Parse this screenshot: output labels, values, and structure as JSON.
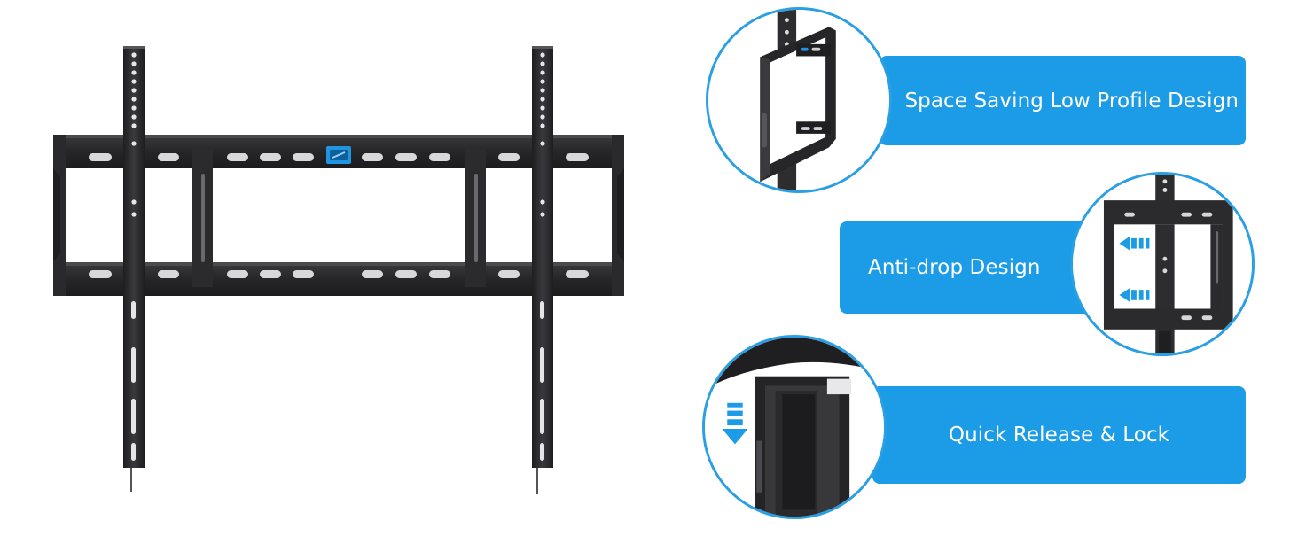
{
  "features": [
    {
      "label": "Space Saving Low Profile Design",
      "icon": "low-profile-detail"
    },
    {
      "label": "Anti-drop Design",
      "icon": "anti-drop-arrows"
    },
    {
      "label": "Quick Release & Lock",
      "icon": "quick-release-arrow"
    }
  ],
  "colors": {
    "accent": "#1c9be6",
    "circle_border": "#2b9fe3",
    "metal": "#2b2b2d",
    "metal_edge": "#4a4a4e"
  }
}
